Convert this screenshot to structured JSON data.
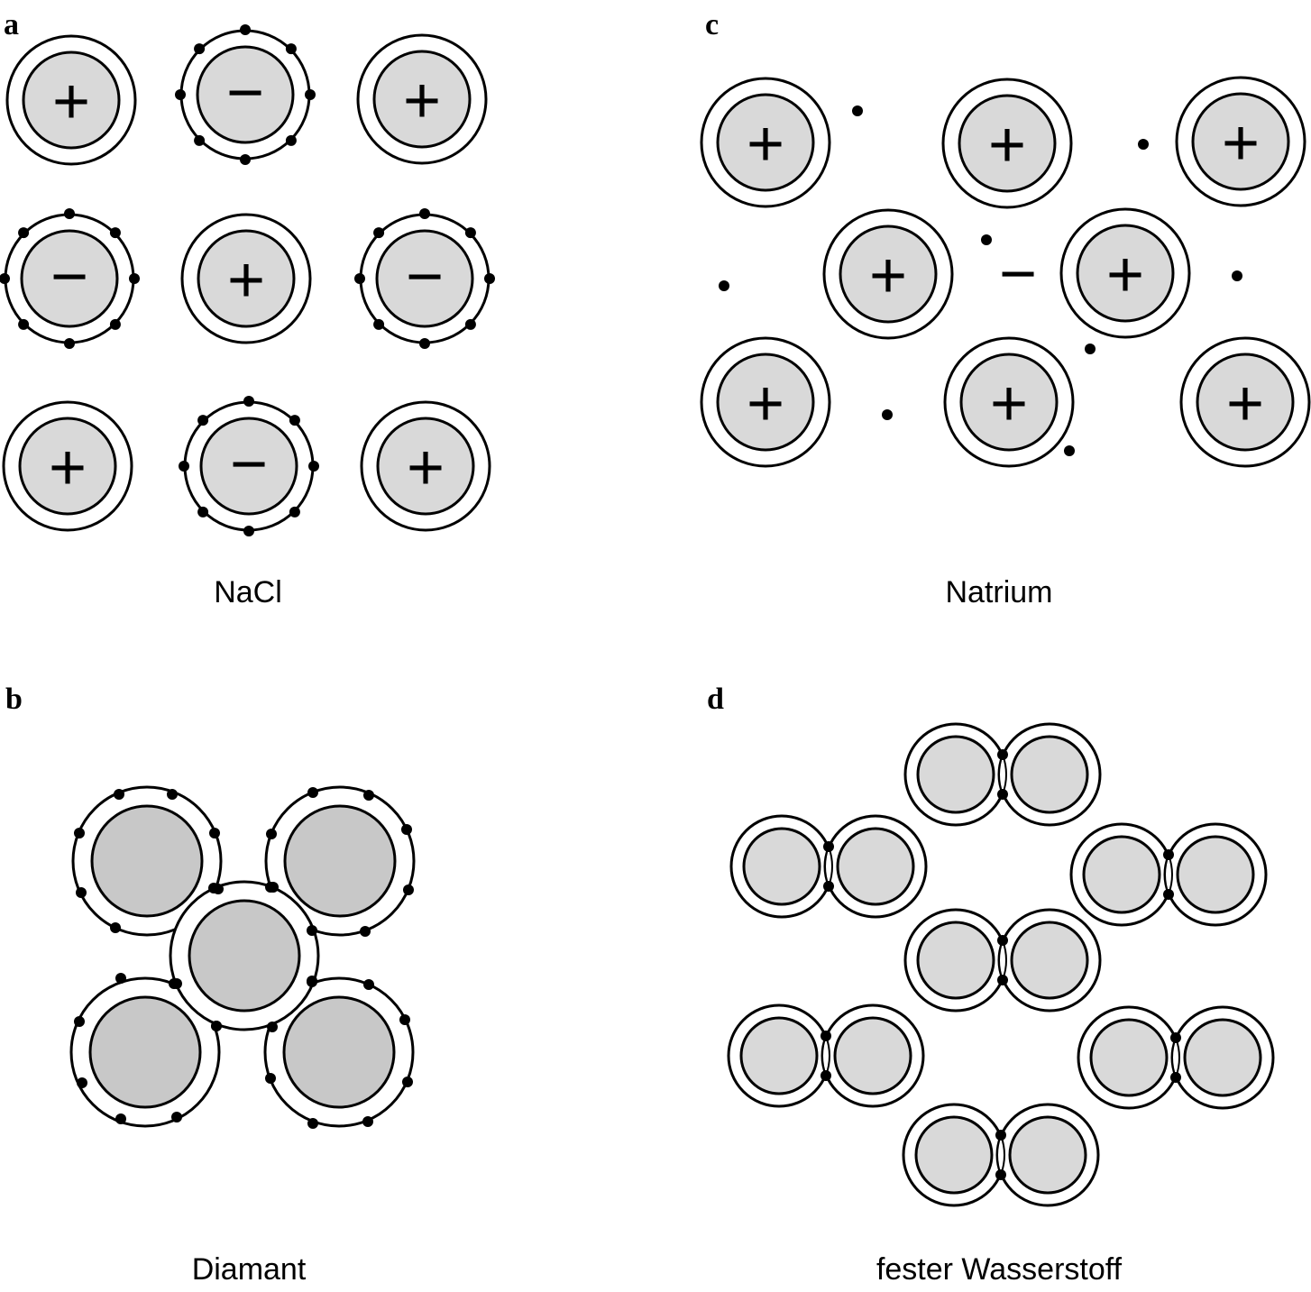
{
  "panels": [
    {
      "id": "a",
      "letter": "a",
      "caption": "NaCl"
    },
    {
      "id": "b",
      "letter": "b",
      "caption": "Diamant"
    },
    {
      "id": "c",
      "letter": "c",
      "caption": "Natrium"
    },
    {
      "id": "d",
      "letter": "d",
      "caption": "fester Wasserstoff"
    }
  ],
  "symbols": {
    "cation": "+",
    "anion": "−",
    "free_electron": "−"
  },
  "colors": {
    "core_fill": "#d9d9d9",
    "diamond_core_fill": "#c8c8c8",
    "stroke": "#000000",
    "background": "#ffffff"
  }
}
